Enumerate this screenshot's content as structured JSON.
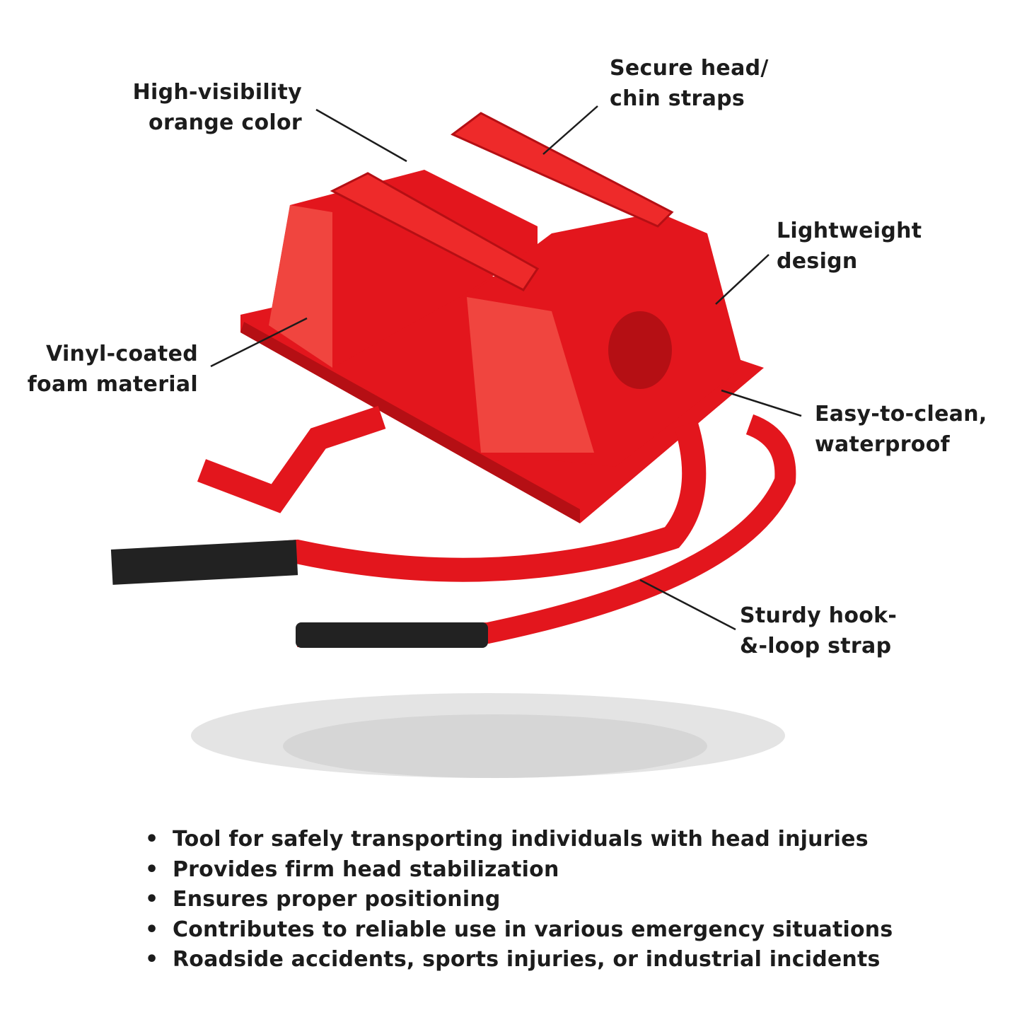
{
  "callouts": [
    {
      "id": "high-visibility",
      "lines": [
        "High-visibility",
        "orange color"
      ]
    },
    {
      "id": "secure-straps",
      "lines": [
        "Secure head/",
        "chin straps"
      ]
    },
    {
      "id": "lightweight",
      "lines": [
        "Lightweight",
        "design"
      ]
    },
    {
      "id": "vinyl-foam",
      "lines": [
        "Vinyl-coated",
        "foam material"
      ]
    },
    {
      "id": "easy-clean",
      "lines": [
        "Easy-to-clean,",
        "waterproof"
      ]
    },
    {
      "id": "hook-loop",
      "lines": [
        "Sturdy hook-",
        "&-loop strap"
      ]
    }
  ],
  "bullets": [
    "Tool for safely transporting individuals with head injuries",
    "Provides firm head stabilization",
    "Ensures proper positioning",
    "Contributes to reliable use in various emergency situations",
    "Roadside accidents, sports injuries, or industrial incidents"
  ],
  "colors": {
    "product": "#e3161d",
    "product_dark": "#b50f14",
    "product_light": "#f0453f",
    "text": "#1c1c1c",
    "shadow": "#dcdcdc"
  }
}
